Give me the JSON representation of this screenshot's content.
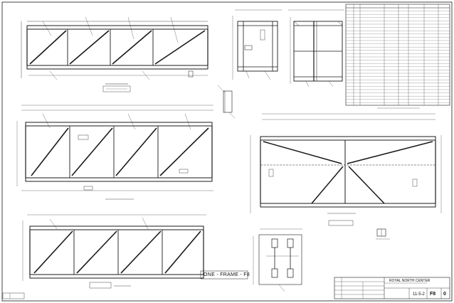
{
  "drawing": {
    "frame_title": "ONE - FRAME - F8",
    "title_block": {
      "project": "ROYAL NORTH CENTER",
      "job_number": "11-5-2",
      "sheet_number": "F8",
      "revision": "0"
    }
  },
  "colors": {
    "line": "#1a1a1a",
    "paper": "#ffffff",
    "dim": "#444444"
  }
}
